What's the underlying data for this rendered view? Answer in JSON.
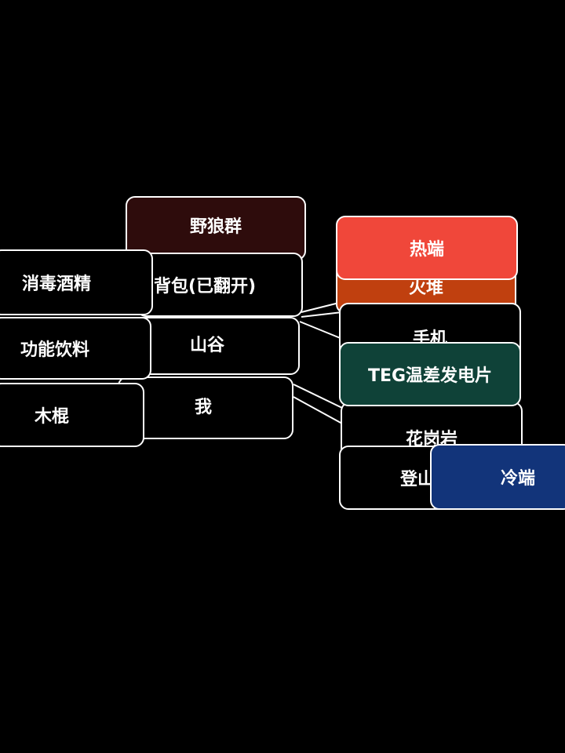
{
  "nodes": {
    "wolves": {
      "label": "野狼群",
      "color": "#2e0c0c"
    },
    "backpack": {
      "label": "背包(已翻开)",
      "color": "#000000"
    },
    "valley": {
      "label": "山谷",
      "color": "#000000"
    },
    "me": {
      "label": "我",
      "color": "#000000"
    },
    "alcohol": {
      "label": "消毒酒精",
      "color": "#000000"
    },
    "drink": {
      "label": "功能饮料",
      "color": "#000000"
    },
    "stick": {
      "label": "木棍",
      "color": "#000000"
    },
    "campfire": {
      "label": "火堆",
      "color": "#c0400f"
    },
    "hot_end": {
      "label": "热端",
      "color": "#f0473a"
    },
    "phone": {
      "label": "手机",
      "color": "#000000"
    },
    "teg": {
      "label": "TEG温差发电片",
      "color": "#0f4238"
    },
    "granite": {
      "label": "花岗岩",
      "color": "#000000"
    },
    "climb": {
      "label": "登山",
      "color": "#000000"
    },
    "cold_end": {
      "label": "冷端",
      "color": "#12347a"
    }
  },
  "link_color": "#ffffff"
}
